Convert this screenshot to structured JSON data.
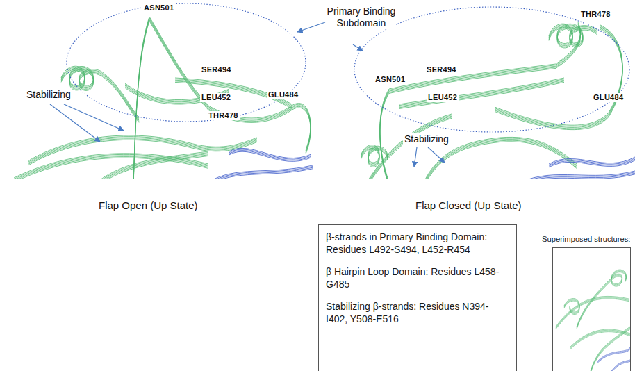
{
  "diagram": {
    "nodes": [
      {
        "text": [
          "β-strands in Primary Binding Domain: Residues L492-S494, L452-R454",
          "β Hairpin Loop Domain: Residues L458-G485",
          "Stabilizing β-strands: Residues N394-I402, Y508-E516"
        ]
      },
      {
        "text": [
          "Superimposed structures:"
        ]
      }
    ],
    "labels": [
      "Primary Binding Subdomain",
      "ASN501",
      "SER494",
      "LEU452",
      "GLU484",
      "THR478",
      "THR478",
      "SER494",
      "GLU484",
      "ASN501",
      "LEU452",
      "Stabilizing",
      "Stabilizing",
      "Flap Open (Up State)",
      "Flap Closed (Up State)"
    ]
  }
}
